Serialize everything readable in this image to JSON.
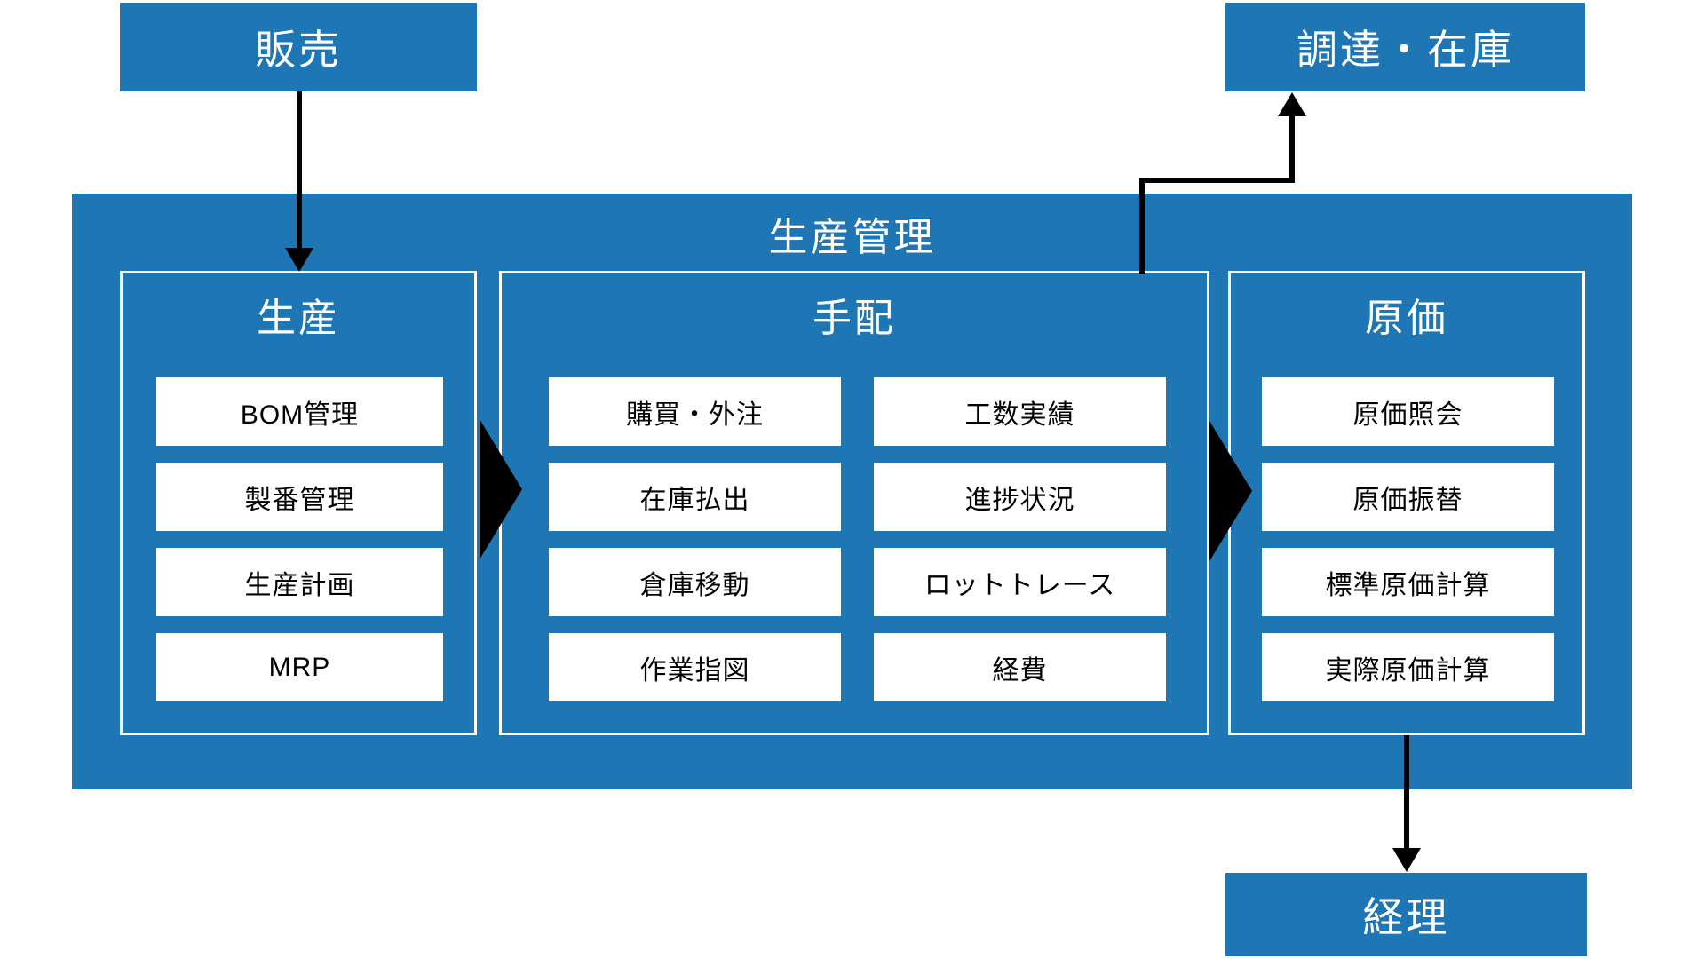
{
  "colors": {
    "primary_blue": "#1F76B4",
    "line_black": "#000000",
    "item_bg": "#ffffff",
    "text_on_blue": "#ffffff",
    "text_on_white": "#000000"
  },
  "external_boxes": {
    "sales": "販売",
    "procurement": "調達・在庫",
    "accounting": "経理"
  },
  "main": {
    "title": "生産管理",
    "sections": [
      {
        "title": "生産",
        "items": [
          "BOM管理",
          "製番管理",
          "生産計画",
          "MRP"
        ]
      },
      {
        "title": "手配",
        "items_left": [
          "購買・外注",
          "在庫払出",
          "倉庫移動",
          "作業指図"
        ],
        "items_right": [
          "工数実績",
          "進捗状況",
          "ロットトレース",
          "経費"
        ]
      },
      {
        "title": "原価",
        "items": [
          "原価照会",
          "原価振替",
          "標準原価計算",
          "実際原価計算"
        ]
      }
    ]
  },
  "arrows": {
    "sales_to_production": "販売→生産",
    "arrange_to_procurement": "手配→調達・在庫",
    "cost_to_accounting": "原価→経理"
  }
}
